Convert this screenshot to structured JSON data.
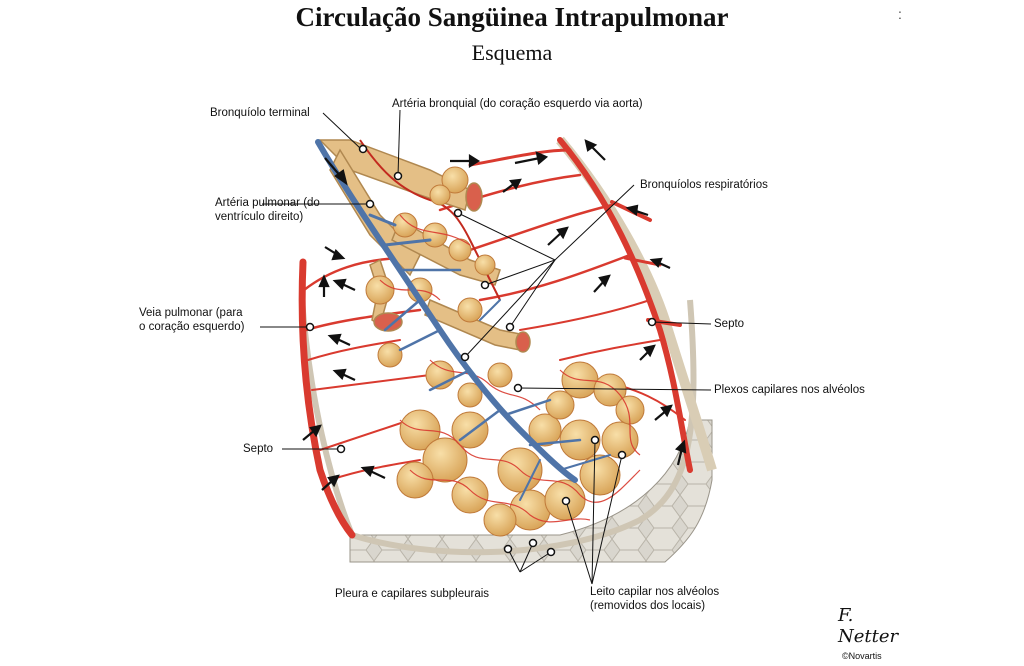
{
  "title": "Circulação Sangüinea Intrapulmonar",
  "subtitle": "Esquema",
  "stray_mark": ":",
  "labels": {
    "bronquiolo_terminal": "Bronquíolo terminal",
    "arteria_bronquial": "Artéria bronquial (do coração esquerdo via aorta)",
    "bronquiolos_respiratorios": "Bronquíolos respiratórios",
    "arteria_pulmonar_1": "Artéria pulmonar (do",
    "arteria_pulmonar_2": "ventrículo direito)",
    "veia_pulmonar_1": "Veia pulmonar (para",
    "veia_pulmonar_2": "o coração esquerdo)",
    "septo_right": "Septo",
    "plexos_capilares": "Plexos capilares nos alvéolos",
    "septo_left": "Septo",
    "pleura": "Pleura e capilares subpleurais",
    "leito_capilar_1": "Leito capilar nos alvéolos",
    "leito_capilar_2": "(removidos dos locais)"
  },
  "signature": "F. Netter",
  "copyright": "©Novartis",
  "colors": {
    "artery_red": "#d93a2f",
    "vein_blue": "#4f74a8",
    "bronchiole_tan": "#e4bf86",
    "alveolus_gold": "#eec07a",
    "pleura_gray": "#d6d2c8"
  }
}
